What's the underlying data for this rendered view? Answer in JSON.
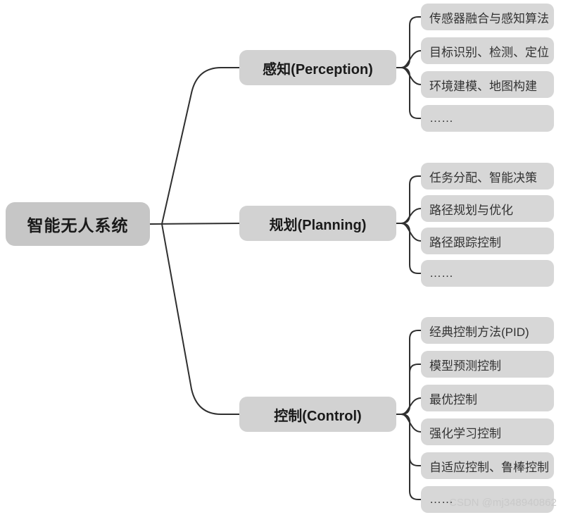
{
  "root": {
    "label": "智能无人系统"
  },
  "branches": [
    {
      "label": "感知(Perception)",
      "children": [
        "传感器融合与感知算法",
        "目标识别、检测、定位",
        "环境建模、地图构建",
        "……"
      ]
    },
    {
      "label": "规划(Planning)",
      "children": [
        "任务分配、智能决策",
        "路径规划与优化",
        "路径跟踪控制",
        "……"
      ]
    },
    {
      "label": "控制(Control)",
      "children": [
        "经典控制方法(PID)",
        "模型预测控制",
        "最优控制",
        "强化学习控制",
        "自适应控制、鲁棒控制",
        "……"
      ]
    }
  ],
  "watermark": "CSDN @mj348940862",
  "colors": {
    "background": "#ffffff",
    "root_fill": "#c6c6c6",
    "branch_fill": "#d2d2d2",
    "leaf_fill": "#d7d7d7",
    "line": "#2f2f2f",
    "text": "#1a1a1a",
    "leaf_text": "#333333",
    "watermark_text": "#c9c9c9"
  }
}
